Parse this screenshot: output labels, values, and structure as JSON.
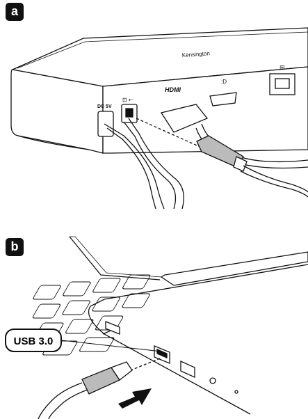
{
  "steps": {
    "a": {
      "badge": "a"
    },
    "b": {
      "badge": "b"
    }
  },
  "dock": {
    "brand_text": "Kensington",
    "ports": {
      "dc_label": "DC 5V",
      "hdmi_label": "HDMI"
    }
  },
  "laptop": {
    "callout_label": "USB 3.0"
  }
}
